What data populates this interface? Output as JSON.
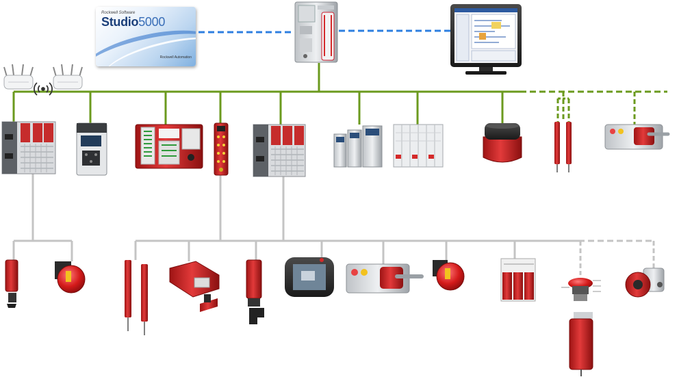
{
  "studio_card": {
    "subtitle": "Rockwell Software",
    "title_main": "Studio",
    "title_version": "5000",
    "brand": "Rockwell Automation"
  },
  "colors": {
    "ethernet_green": "#6b9a1e",
    "software_blue": "#2e7fe0",
    "io_link_gray": "#c4c4c4",
    "safety_red": "#d42a2a"
  }
}
